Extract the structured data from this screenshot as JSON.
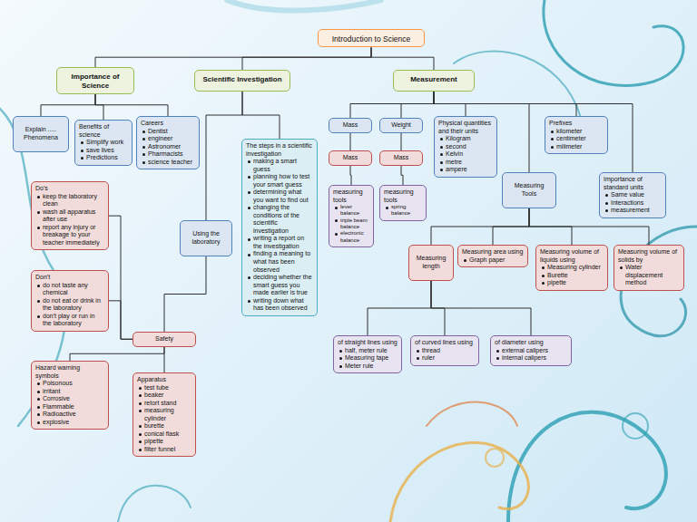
{
  "diagram": {
    "nodes": [
      {
        "text": [
          "Introduction to Science"
        ]
      },
      {
        "text": [
          "Importance of Science"
        ]
      },
      {
        "text": [
          "Scientific Investigation"
        ]
      },
      {
        "text": [
          "Measurement"
        ]
      },
      {
        "text": [
          "Explain ..... Phenomena"
        ]
      },
      {
        "text": [
          "Benefits of science",
          "Simplify work",
          "save lives",
          "Predictions"
        ]
      },
      {
        "text": [
          "Careers",
          "Dentist",
          "engineer",
          "Astronomer",
          "Pharmacists",
          "science teacher"
        ]
      },
      {
        "text": [
          "Do's",
          "keep the laboratory clean",
          "wash all apparatus after use",
          "report any injury or breakage to your teacher immediately"
        ]
      },
      {
        "text": [
          "Don't",
          "do not taste any chemical",
          "do not eat or drink in the laboratory",
          "don't play or run in the laboratory"
        ]
      },
      {
        "text": [
          "Hazard warning symbols",
          "Poisonous",
          "irritant",
          "Corrosive",
          "Flammable",
          "Radioactive",
          "explosive"
        ]
      },
      {
        "text": [
          "Using the laboratory"
        ]
      },
      {
        "text": [
          "Safety"
        ]
      },
      {
        "text": [
          "Apparatus",
          "test tube",
          "beaker",
          "retort stand",
          "measuring cylinder",
          "burette",
          "conical flask",
          "pipette",
          "filter funnel"
        ]
      },
      {
        "text": [
          "The steps in a scientific investigation",
          "making a smart guess",
          "planning how to test your smart guess",
          "determining what you want to find out",
          "changing the conditions of the scientific investigation",
          "writing a report on the investigation",
          "finding a meaning to what has been observed",
          "deciding whether the smart guess you made earlier is true",
          "writing down what has been observed"
        ]
      },
      {
        "text": [
          "Mass"
        ]
      },
      {
        "text": [
          "Weight"
        ]
      },
      {
        "text": [
          "Mass"
        ]
      },
      {
        "text": [
          "Mass"
        ]
      },
      {
        "text": [
          "measuring tools",
          "lever balance",
          "triple beam balance",
          "electronic balance"
        ]
      },
      {
        "text": [
          "measuring tools",
          "spring balance"
        ]
      },
      {
        "text": [
          "Physical quantities and their units",
          "Kilogram",
          "second",
          "Kelvin",
          "metre",
          "ampere"
        ]
      },
      {
        "text": [
          "Prefixes",
          "kilometer",
          "centimeter",
          "milimeter"
        ]
      },
      {
        "text": [
          "Measuring Tools"
        ]
      },
      {
        "text": [
          "Importance of standard units",
          "Same value",
          "Interactions",
          "measurement"
        ]
      },
      {
        "text": [
          "Measuring length"
        ]
      },
      {
        "text": [
          "Measuring area using",
          "Graph paper"
        ]
      },
      {
        "text": [
          "Measuring volume of liquids using",
          "Measuring cylinder",
          "Burette",
          "pipette"
        ]
      },
      {
        "text": [
          "Measuring volume of solids by",
          "Water displacement method"
        ]
      },
      {
        "text": [
          "of straight lines using",
          "half, meter rule",
          "Measuring tape",
          "Meter rule"
        ]
      },
      {
        "text": [
          "of curved lines using",
          "thread",
          "ruler"
        ]
      },
      {
        "text": [
          "of diameter using",
          "external calipers",
          "internal calipers"
        ]
      }
    ],
    "edges": [
      {
        "from": 0,
        "to": 1,
        "arrow": "none"
      },
      {
        "from": 0,
        "to": 2,
        "arrow": "none"
      },
      {
        "from": 0,
        "to": 3,
        "arrow": "none"
      },
      {
        "from": 1,
        "to": 4,
        "arrow": "none"
      },
      {
        "from": 1,
        "to": 5,
        "arrow": "none"
      },
      {
        "from": 1,
        "to": 6,
        "arrow": "none"
      },
      {
        "from": 2,
        "to": 10,
        "arrow": "none"
      },
      {
        "from": 2,
        "to": 13,
        "arrow": "none"
      },
      {
        "from": 10,
        "to": 11,
        "arrow": "none"
      },
      {
        "from": 11,
        "to": 7,
        "arrow": "none"
      },
      {
        "from": 11,
        "to": 8,
        "arrow": "none"
      },
      {
        "from": 11,
        "to": 9,
        "arrow": "none"
      },
      {
        "from": 11,
        "to": 12,
        "arrow": "none"
      },
      {
        "from": 3,
        "to": 14,
        "arrow": "none"
      },
      {
        "from": 3,
        "to": 15,
        "arrow": "none"
      },
      {
        "from": 3,
        "to": 20,
        "arrow": "none"
      },
      {
        "from": 3,
        "to": 21,
        "arrow": "none"
      },
      {
        "from": 3,
        "to": 22,
        "arrow": "none"
      },
      {
        "from": 3,
        "to": 23,
        "arrow": "none"
      },
      {
        "from": 14,
        "to": 16,
        "arrow": "none"
      },
      {
        "from": 15,
        "to": 17,
        "arrow": "none"
      },
      {
        "from": 16,
        "to": 18,
        "arrow": "none"
      },
      {
        "from": 17,
        "to": 19,
        "arrow": "none"
      },
      {
        "from": 22,
        "to": 24,
        "arrow": "none"
      },
      {
        "from": 22,
        "to": 25,
        "arrow": "none"
      },
      {
        "from": 22,
        "to": 26,
        "arrow": "none"
      },
      {
        "from": 22,
        "to": 27,
        "arrow": "none"
      },
      {
        "from": 24,
        "to": 28,
        "arrow": "none"
      },
      {
        "from": 24,
        "to": 29,
        "arrow": "none"
      },
      {
        "from": 24,
        "to": 30,
        "arrow": "none"
      }
    ]
  }
}
